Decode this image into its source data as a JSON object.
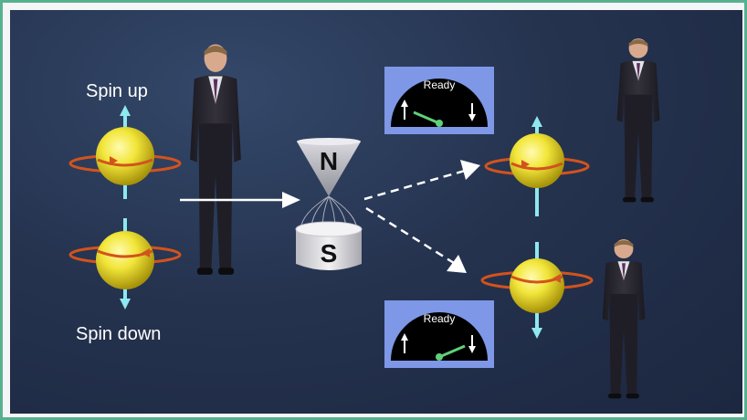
{
  "labels": {
    "spin_up": "Spin up",
    "spin_down": "Spin down"
  },
  "magnet": {
    "north": "N",
    "south": "S"
  },
  "meters": {
    "top": {
      "title": "Ready",
      "reading": "up"
    },
    "bottom": {
      "title": "Ready",
      "reading": "down"
    }
  },
  "colors": {
    "frame_border": "#57b08f",
    "background": "#25334f",
    "sphere": "#f2e63a",
    "spin_arrow": "#8ee8f0",
    "orbit": "#d2531d",
    "meter_panel": "#7e97e6",
    "needle": "#5fd07a"
  },
  "icons": {
    "presenter": "man-in-suit-figure",
    "particle": "spinning-sphere",
    "magnet": "stern-gerlach-magnet",
    "meter": "gauge-dial"
  }
}
